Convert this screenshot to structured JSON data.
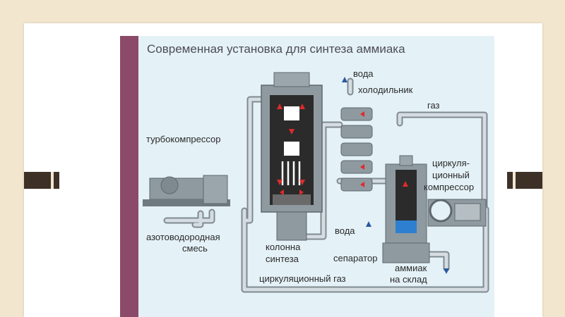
{
  "title": "Современная установка для синтеза аммиака",
  "labels": {
    "water_top": "вода",
    "cooler": "холодильник",
    "gas": "газ",
    "turbo": "турбокомпрессор",
    "circ_comp_1": "циркуля-",
    "circ_comp_2": "ционный",
    "circ_comp_3": "компрессор",
    "water_bottom": "вода",
    "mixture_1": "азотоводородная",
    "mixture_2": "смесь",
    "column_1": "колонна",
    "column_2": "синтеза",
    "separator": "сепаратор",
    "ammonia_1": "аммиак",
    "ammonia_2": "на склад",
    "circ_gas": "циркуляционный газ"
  },
  "colors": {
    "background": "#f2e6cf",
    "sidebar": "#8c4a6a",
    "panel": "#e4f1f7",
    "equipment": "#8e9aa0",
    "pipe": "#c3ccd1",
    "dark_interior": "#2b2b2b",
    "flow_arrow": "#e02a2a",
    "liquid": "#2f7fd0"
  }
}
